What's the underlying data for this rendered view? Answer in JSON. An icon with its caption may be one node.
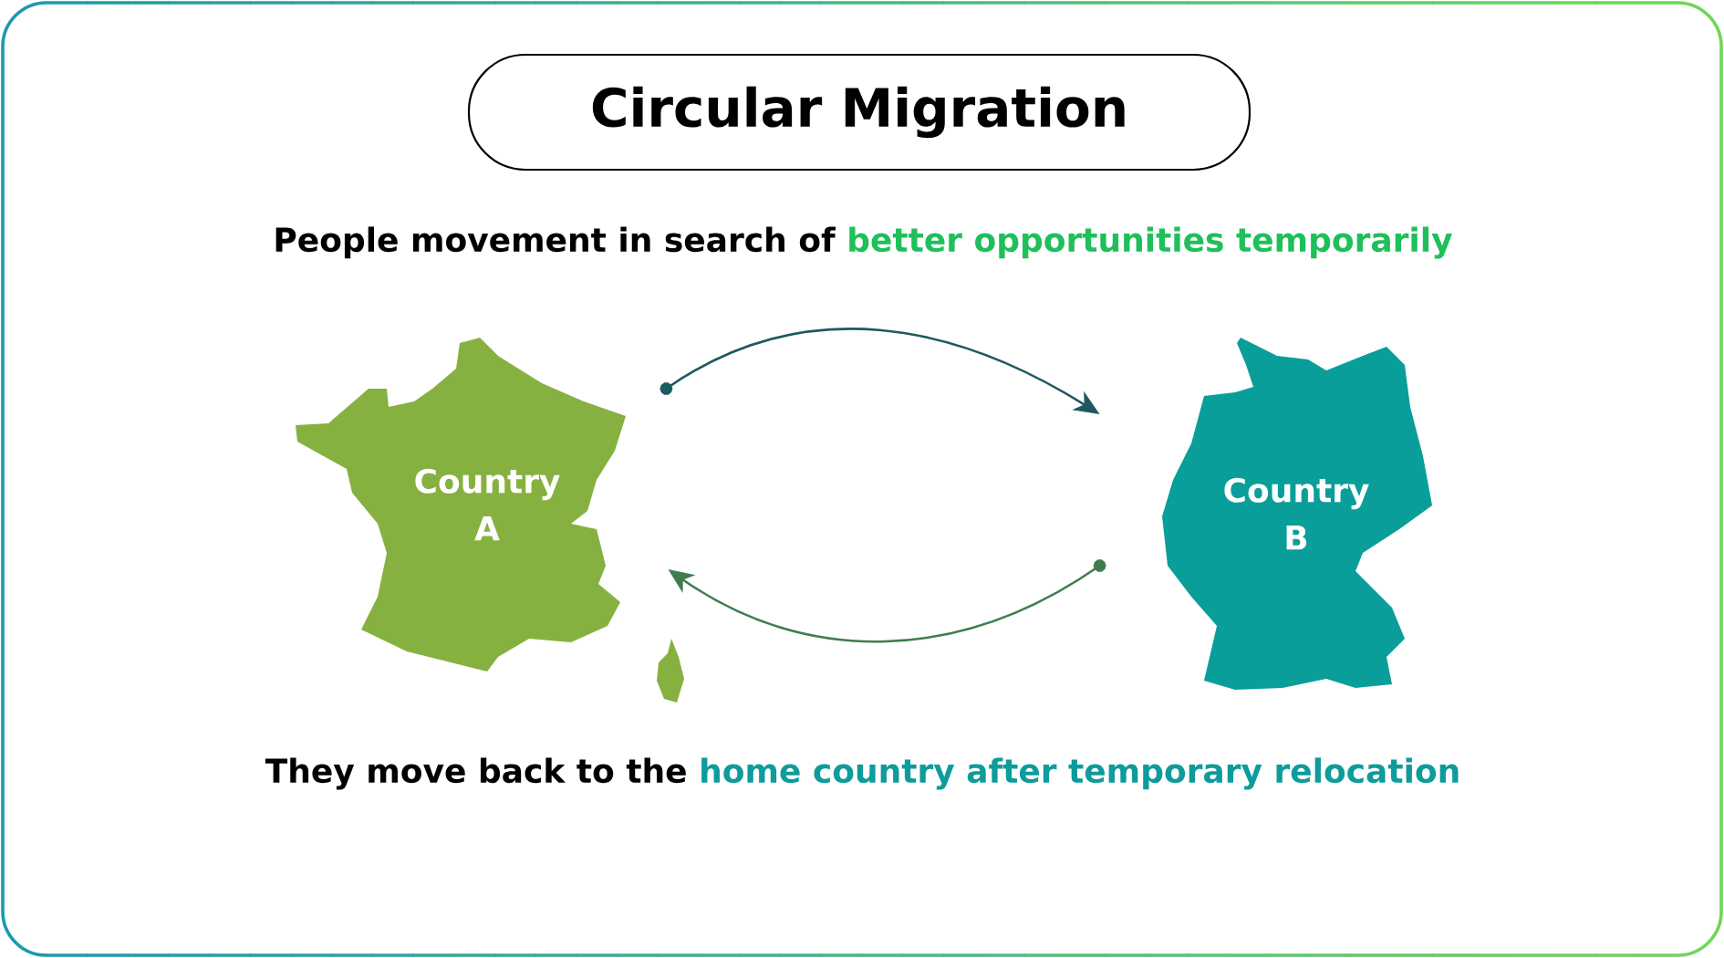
{
  "diagram": {
    "title": "Circular Migration",
    "nodes": [
      {
        "text": [
          "Country A"
        ]
      },
      {
        "text": [
          "Country B"
        ]
      }
    ],
    "edges": [
      {
        "from": 0,
        "to": 1,
        "arrow": "to",
        "color": "#1d5a5f"
      },
      {
        "from": 1,
        "to": 0,
        "arrow": "to",
        "color": "#3f7d4e"
      }
    ],
    "labels": [
      "People movement in search of",
      "better opportunities temporarily",
      "They move back to the",
      "home country after temporary relocation"
    ]
  }
}
